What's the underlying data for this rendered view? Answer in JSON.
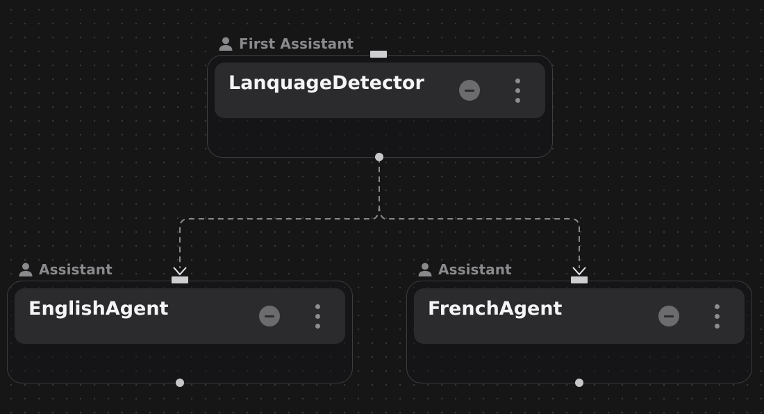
{
  "nodes": {
    "language_detector": {
      "role": "First Assistant",
      "title": "LanquageDetector"
    },
    "english_agent": {
      "role": "Assistant",
      "title": "EnglishAgent"
    },
    "french_agent": {
      "role": "Assistant",
      "title": "FrenchAgent"
    }
  },
  "icons": {
    "role": "person-icon",
    "remove": "minus-circle-icon",
    "menu": "kebab-menu-icon",
    "arrow": "arrow-down-icon"
  },
  "colors": {
    "background": "#161617",
    "grid_dot": "#3a3a3c",
    "card": "#2b2b2e",
    "frame_border": "#3e3e41",
    "title_text": "#f4f4f6",
    "role_text": "#8a8a8d",
    "connector": "#8a8a8d",
    "port": "#cfcfd2"
  }
}
